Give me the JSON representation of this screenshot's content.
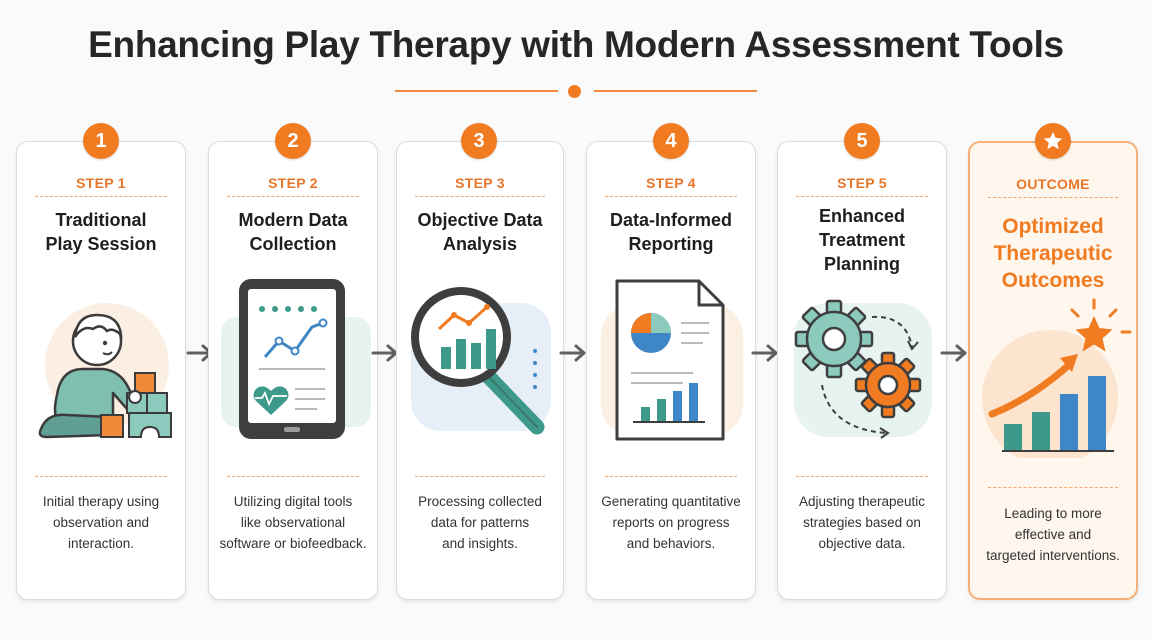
{
  "title": "Enhancing Play Therapy with Modern Assessment Tools",
  "colors": {
    "accent": "#f07b21",
    "teal": "#3d9a8b",
    "blue": "#3f86c6",
    "dark": "#3b3b3b"
  },
  "steps": [
    {
      "number": "1",
      "label": "STEP 1",
      "title": "Traditional\nPlay Session",
      "description": "Initial therapy using\nobservation and\ninteraction.",
      "icon": "child-playing-blocks-icon"
    },
    {
      "number": "2",
      "label": "STEP 2",
      "title": "Modern Data\nCollection",
      "description": "Utilizing digital tools\nlike observational\nsoftware or biofeedback.",
      "icon": "tablet-chart-heart-icon"
    },
    {
      "number": "3",
      "label": "STEP 3",
      "title": "Objective Data\nAnalysis",
      "description": "Processing collected\ndata for patterns\nand insights.",
      "icon": "magnifier-chart-icon"
    },
    {
      "number": "4",
      "label": "STEP 4",
      "title": "Data-Informed\nReporting",
      "description": "Generating quantitative\nreports on progress\nand behaviors.",
      "icon": "report-document-icon"
    },
    {
      "number": "5",
      "label": "STEP 5",
      "title": "Enhanced\nTreatment\nPlanning",
      "description": "Adjusting therapeutic\nstrategies based on\nobjective data.",
      "icon": "gears-icon"
    }
  ],
  "outcome": {
    "label": "OUTCOME",
    "title": "Optimized\nTherapeutic\nOutcomes",
    "description": "Leading to more\neffective and\ntargeted interventions.",
    "icon": "growth-star-icon"
  }
}
